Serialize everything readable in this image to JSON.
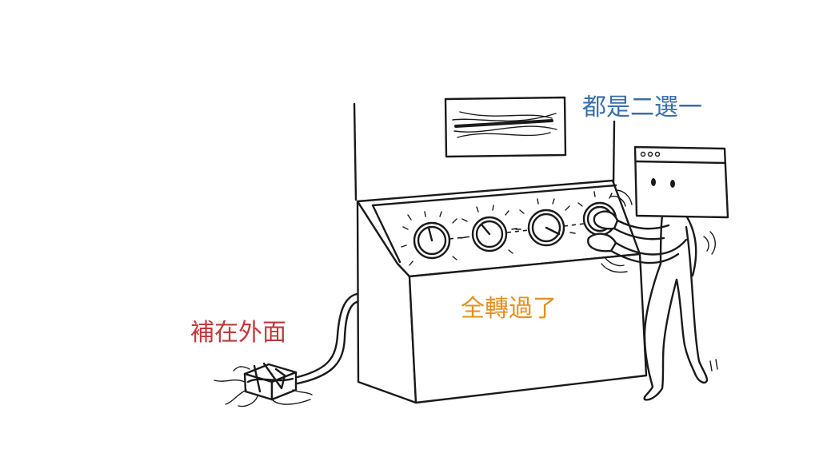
{
  "labels": {
    "top_right": {
      "text": "都是二選一",
      "color": "#3b6ea8"
    },
    "panel": {
      "text": "全轉過了",
      "color": "#e3901f"
    },
    "left": {
      "text": "補在外面",
      "color": "#c0393b"
    }
  },
  "icons": {
    "character_head": "browser-window-icon",
    "knob": "dial-knob-icon",
    "plug": "taped-plug-icon"
  },
  "colors": {
    "ink": "#1a1a1a",
    "background": "#ffffff"
  }
}
